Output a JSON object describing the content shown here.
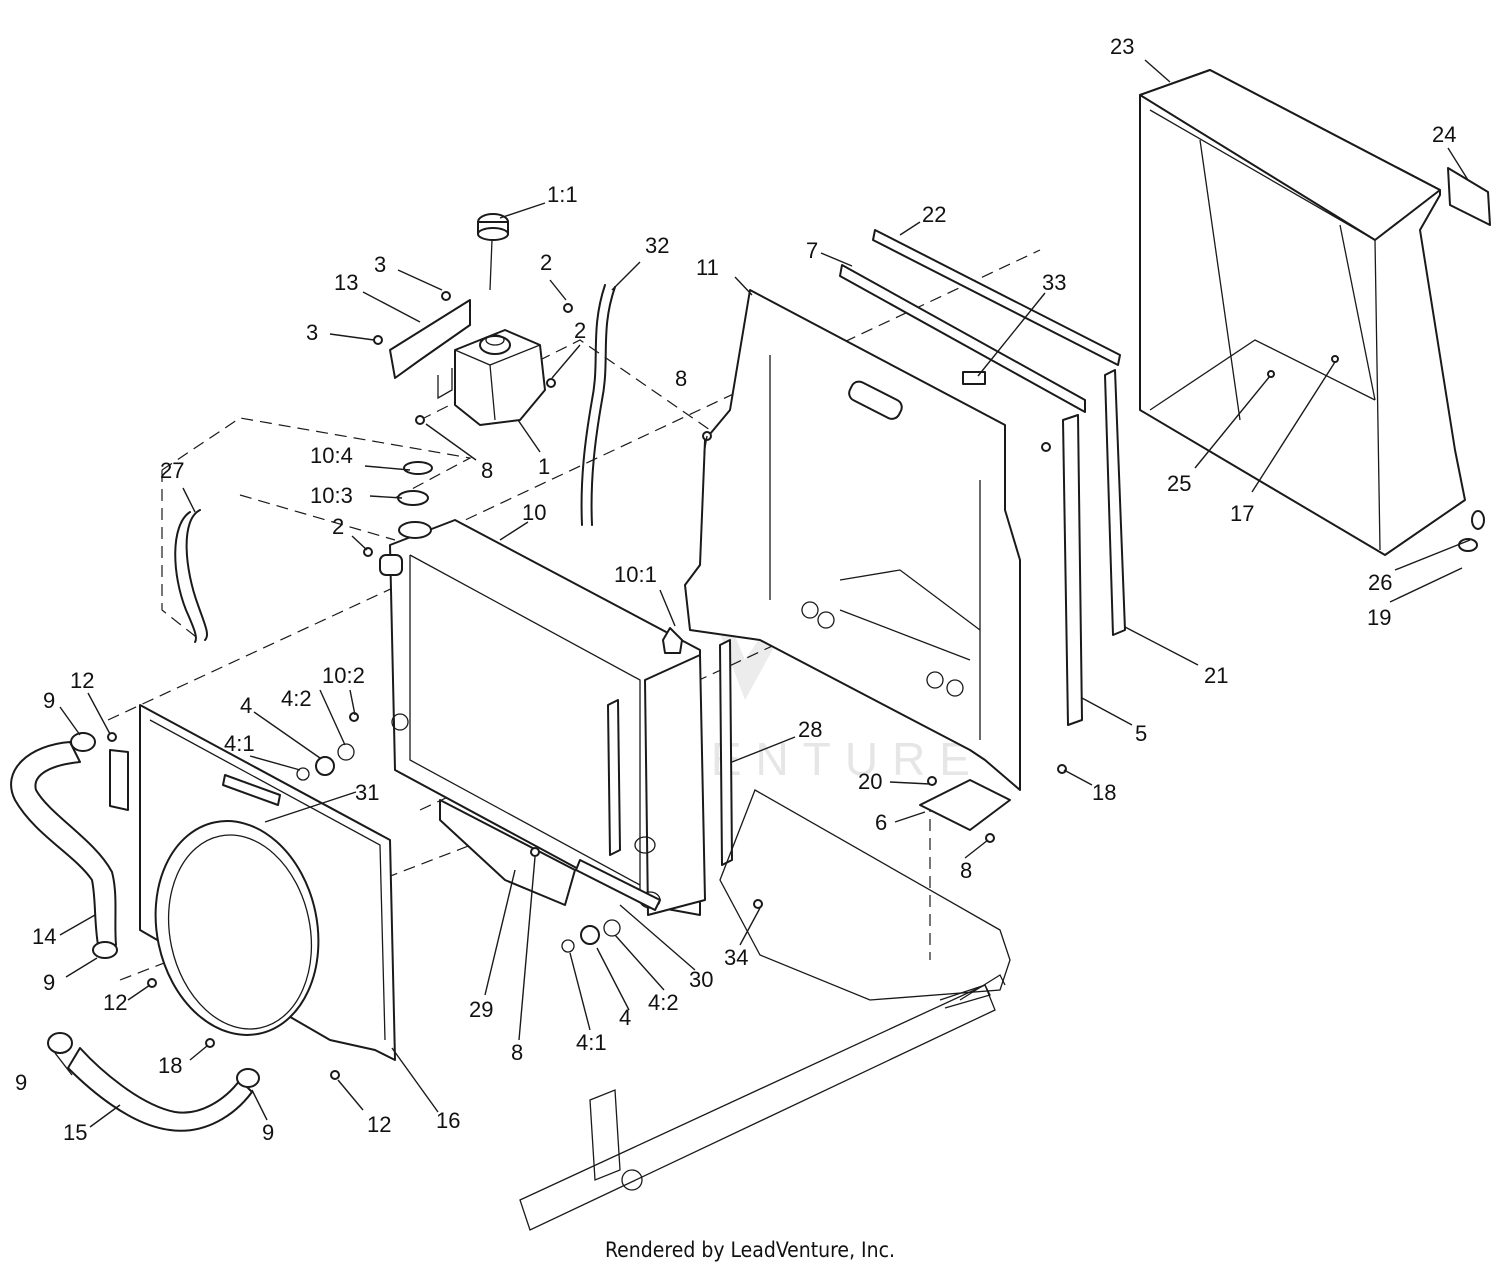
{
  "watermark": {
    "text": "LEADVENTURE",
    "name": "leadventure-watermark-logo"
  },
  "footer": {
    "text": "Rendered by LeadVenture, Inc."
  },
  "callouts": [
    {
      "id": "1:1",
      "label": "1:1"
    },
    {
      "id": "2a",
      "label": "2"
    },
    {
      "id": "2b",
      "label": "2"
    },
    {
      "id": "2c",
      "label": "2"
    },
    {
      "id": "3a",
      "label": "3"
    },
    {
      "id": "3b",
      "label": "3"
    },
    {
      "id": "13",
      "label": "13"
    },
    {
      "id": "32",
      "label": "32"
    },
    {
      "id": "1",
      "label": "1"
    },
    {
      "id": "8a",
      "label": "8"
    },
    {
      "id": "8b",
      "label": "8"
    },
    {
      "id": "8c",
      "label": "8"
    },
    {
      "id": "8d",
      "label": "8"
    },
    {
      "id": "10:4",
      "label": "10:4"
    },
    {
      "id": "10:3",
      "label": "10:3"
    },
    {
      "id": "27",
      "label": "27"
    },
    {
      "id": "10",
      "label": "10"
    },
    {
      "id": "10:1",
      "label": "10:1"
    },
    {
      "id": "10:2",
      "label": "10:2"
    },
    {
      "id": "11",
      "label": "11"
    },
    {
      "id": "7",
      "label": "7"
    },
    {
      "id": "22",
      "label": "22"
    },
    {
      "id": "33",
      "label": "33"
    },
    {
      "id": "23",
      "label": "23"
    },
    {
      "id": "24",
      "label": "24"
    },
    {
      "id": "25",
      "label": "25"
    },
    {
      "id": "17",
      "label": "17"
    },
    {
      "id": "26",
      "label": "26"
    },
    {
      "id": "19",
      "label": "19"
    },
    {
      "id": "21",
      "label": "21"
    },
    {
      "id": "5",
      "label": "5"
    },
    {
      "id": "18a",
      "label": "18"
    },
    {
      "id": "18b",
      "label": "18"
    },
    {
      "id": "20",
      "label": "20"
    },
    {
      "id": "6",
      "label": "6"
    },
    {
      "id": "28",
      "label": "28"
    },
    {
      "id": "12a",
      "label": "12"
    },
    {
      "id": "12b",
      "label": "12"
    },
    {
      "id": "12c",
      "label": "12"
    },
    {
      "id": "9a",
      "label": "9"
    },
    {
      "id": "9b",
      "label": "9"
    },
    {
      "id": "9c",
      "label": "9"
    },
    {
      "id": "9d",
      "label": "9"
    },
    {
      "id": "4a",
      "label": "4"
    },
    {
      "id": "4b",
      "label": "4"
    },
    {
      "id": "4:2a",
      "label": "4:2"
    },
    {
      "id": "4:2b",
      "label": "4:2"
    },
    {
      "id": "4:1a",
      "label": "4:1"
    },
    {
      "id": "4:1b",
      "label": "4:1"
    },
    {
      "id": "31",
      "label": "31"
    },
    {
      "id": "14",
      "label": "14"
    },
    {
      "id": "15",
      "label": "15"
    },
    {
      "id": "16",
      "label": "16"
    },
    {
      "id": "29",
      "label": "29"
    },
    {
      "id": "30",
      "label": "30"
    },
    {
      "id": "34",
      "label": "34"
    }
  ]
}
